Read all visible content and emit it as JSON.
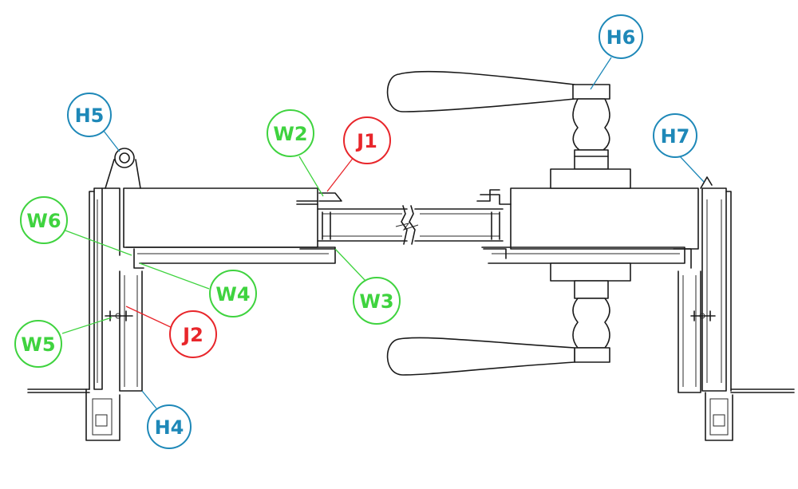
{
  "colors": {
    "hardware": "#1e88b8",
    "weatherseal": "#3fd33f",
    "joint": "#e8262b",
    "drawing": "#1a1a1a"
  },
  "callouts": [
    {
      "id": "h5",
      "label": "H5",
      "category": "hardware"
    },
    {
      "id": "h6",
      "label": "H6",
      "category": "hardware"
    },
    {
      "id": "h7",
      "label": "H7",
      "category": "hardware"
    },
    {
      "id": "h4",
      "label": "H4",
      "category": "hardware"
    },
    {
      "id": "w2",
      "label": "W2",
      "category": "weatherseal"
    },
    {
      "id": "w3",
      "label": "W3",
      "category": "weatherseal"
    },
    {
      "id": "w4",
      "label": "W4",
      "category": "weatherseal"
    },
    {
      "id": "w5",
      "label": "W5",
      "category": "weatherseal"
    },
    {
      "id": "w6",
      "label": "W6",
      "category": "weatherseal"
    },
    {
      "id": "j1",
      "label": "J1",
      "category": "joint"
    },
    {
      "id": "j2",
      "label": "J2",
      "category": "joint"
    }
  ]
}
